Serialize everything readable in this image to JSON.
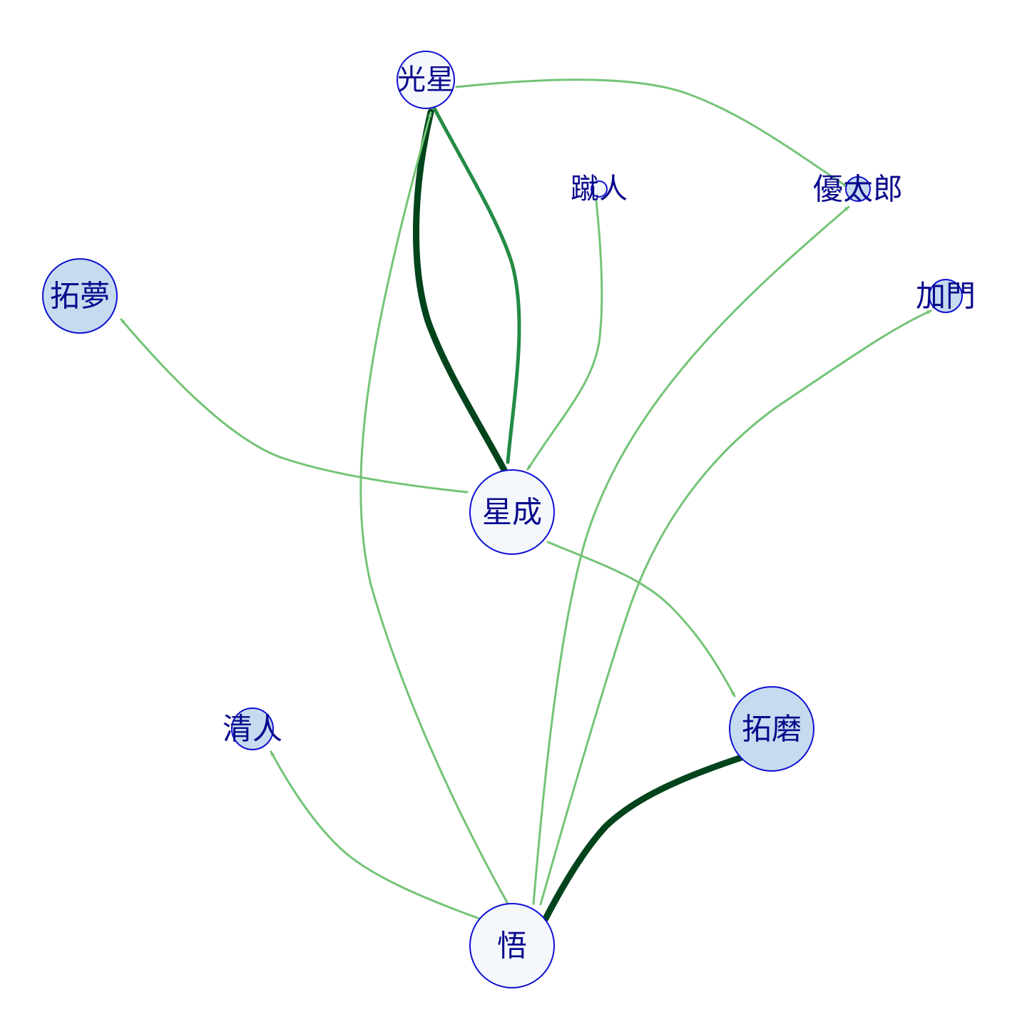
{
  "palette": {
    "node_stroke": "#1010d0",
    "node_fill_light": "#f4f8fd",
    "node_fill_medium": "#c6dbef",
    "label": "#0a0a8c",
    "edge_light": "#74c476",
    "edge_medium": "#238b45",
    "edge_dark": "#00441b"
  },
  "nodes": [
    {
      "id": "koboshi",
      "label": "光星",
      "fill": "light"
    },
    {
      "id": "shusei",
      "label": "星成",
      "fill": "light"
    },
    {
      "id": "satoru",
      "label": "悟",
      "fill": "light"
    },
    {
      "id": "takumu",
      "label": "拓夢",
      "fill": "medium"
    },
    {
      "id": "takuma",
      "label": "拓磨",
      "fill": "medium"
    },
    {
      "id": "kiyoto",
      "label": "清人",
      "fill": "medium"
    },
    {
      "id": "kamon",
      "label": "加門",
      "fill": "medium"
    },
    {
      "id": "yutaro",
      "label": "優太郎",
      "fill": "medium"
    },
    {
      "id": "shuto",
      "label": "蹴人",
      "fill": "light"
    }
  ],
  "edges": [
    {
      "from": "koboshi",
      "to": "yutaro",
      "weight": "light"
    },
    {
      "from": "koboshi",
      "to": "shusei",
      "weight": "medium"
    },
    {
      "from": "shusei",
      "to": "koboshi",
      "weight": "dark"
    },
    {
      "from": "shuto",
      "to": "shusei",
      "weight": "light"
    },
    {
      "from": "shusei",
      "to": "takumu",
      "weight": "light"
    },
    {
      "from": "shusei",
      "to": "takuma",
      "weight": "light"
    },
    {
      "from": "satoru",
      "to": "koboshi",
      "weight": "light"
    },
    {
      "from": "satoru",
      "to": "yutaro",
      "weight": "light"
    },
    {
      "from": "satoru",
      "to": "kamon",
      "weight": "light"
    },
    {
      "from": "satoru",
      "to": "kiyoto",
      "weight": "light"
    },
    {
      "from": "satoru",
      "to": "takuma",
      "weight": "dark"
    }
  ]
}
